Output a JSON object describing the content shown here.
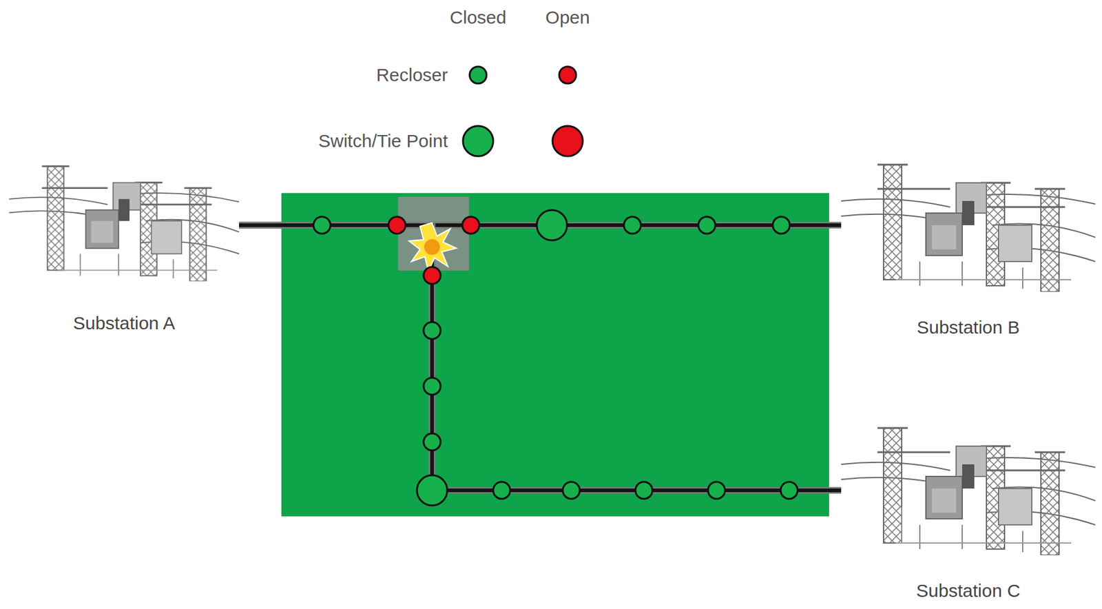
{
  "diagram": {
    "nodes": [
      {
        "text": [
          "Substation A"
        ]
      },
      {
        "text": [
          "Substation B"
        ]
      },
      {
        "text": [
          "Substation C"
        ]
      }
    ],
    "edges": [
      {
        "from": 0,
        "to": 1,
        "arrow": "none"
      },
      {
        "from": 2,
        "to": 0,
        "arrow": "none"
      }
    ],
    "labels": [
      "Closed",
      "Open"
    ],
    "legend": [
      {
        "text": "Recloser",
        "color": "#16b04c"
      },
      {
        "text": "Switch/Tie Point",
        "color": "#16b04c"
      }
    ]
  }
}
